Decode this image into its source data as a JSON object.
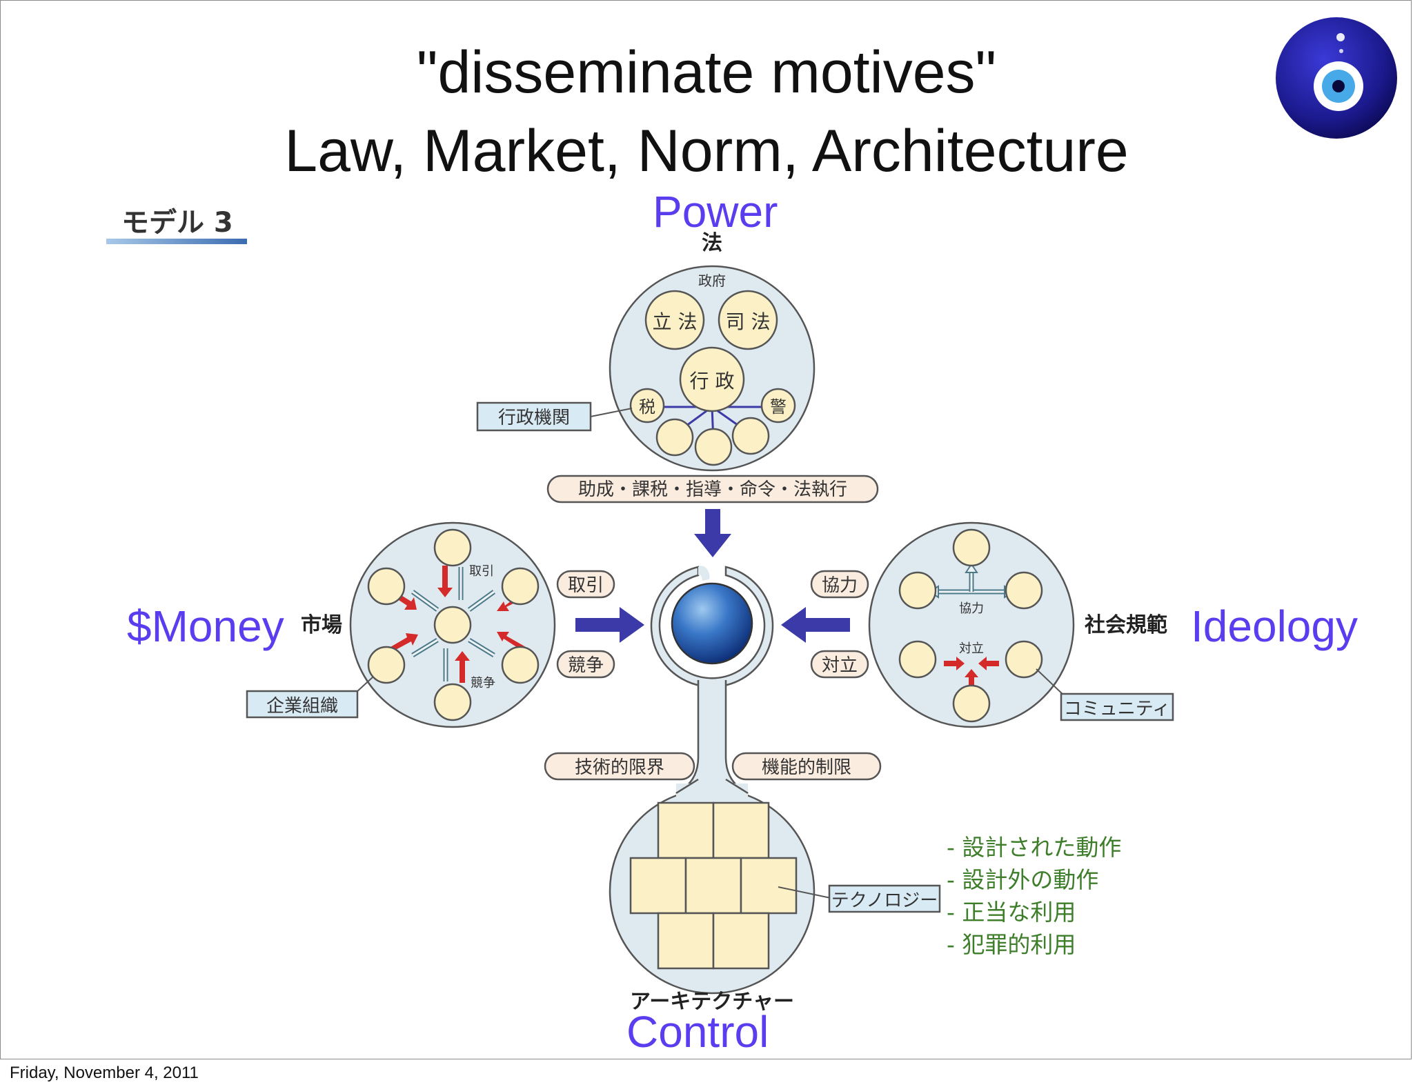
{
  "slide": {
    "title_line1": "\"disseminate motives\"",
    "title_line2": "Law, Market, Norm, Architecture",
    "footer_date": "Friday, November 4, 2011"
  },
  "labels_en": {
    "power": "Power",
    "money": "$Money",
    "ideology": "Ideology",
    "control": "Control"
  },
  "diagram": {
    "model_label": "モデル 3",
    "law": {
      "title": "法",
      "government": "政府",
      "legislature": "立 法",
      "judiciary": "司 法",
      "executive": "行 政",
      "tax": "税",
      "police": "警",
      "agencies": "行政機関",
      "means": "助成・課税・指導・命令・法執行"
    },
    "market": {
      "title": "市場",
      "trade": "取引",
      "competition": "競争",
      "corporation": "企業組織",
      "pill_trade": "取引",
      "pill_competition": "競争"
    },
    "norms": {
      "title": "社会規範",
      "cooperation": "協力",
      "conflict": "対立",
      "community": "コミュニティ",
      "pill_cooperation": "協力",
      "pill_conflict": "対立"
    },
    "architecture": {
      "title": "アーキテクチャー",
      "technology": "テクノロジー",
      "tech_limits": "技術的限界",
      "func_limits": "機能的制限"
    },
    "usage_list": [
      "- 設計された動作",
      "- 設計外の動作",
      "- 正当な利用",
      "- 犯罪的利用"
    ]
  },
  "colors": {
    "circle_fill": "#dfe9f0",
    "node_fill": "#fbf0c6",
    "arrow_blue": "#3c3aa8",
    "arrow_red": "#d42a2a",
    "english_label": "#5b3df0",
    "list_green": "#3e7e2a",
    "pill_fill": "#fbece0",
    "tag_fill": "#d8eaf4"
  },
  "icons": {
    "top_right": "nazar-eye-icon"
  }
}
